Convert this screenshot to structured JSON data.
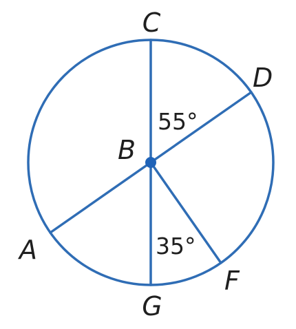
{
  "colors": {
    "line": "#2f6db5",
    "point": "#1f63b8",
    "text": "#1f1f1f"
  },
  "points": {
    "A": "A",
    "B": "B",
    "C": "C",
    "D": "D",
    "F": "F",
    "G": "G"
  },
  "angles": {
    "CBD": "55°",
    "GBF": "35°"
  }
}
